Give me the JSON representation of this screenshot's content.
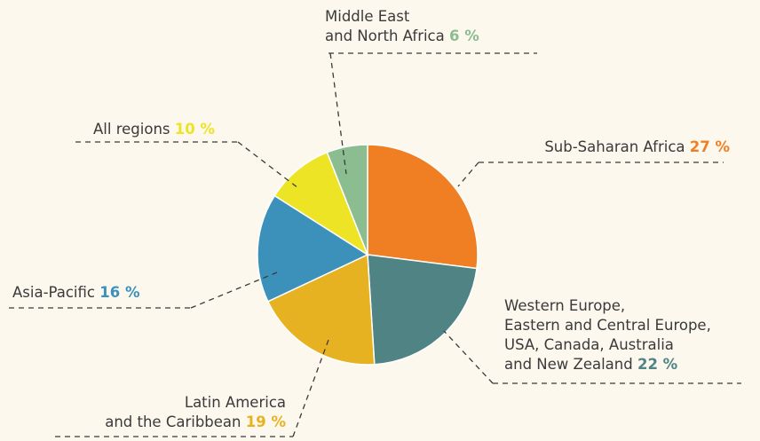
{
  "chart_data": {
    "type": "pie",
    "title": "",
    "slices": [
      {
        "name": "Sub-Saharan Africa",
        "label_lines": [
          "Sub-Saharan Africa"
        ],
        "pct_text": "27 %",
        "value": 27,
        "color": "#f07f24"
      },
      {
        "name": "Western Europe, Eastern and Central Europe, USA, Canada, Australia and New Zealand",
        "label_lines": [
          "Western Europe,",
          "Eastern and Central Europe,",
          "USA, Canada, Australia",
          "and New Zealand"
        ],
        "pct_text": "22 %",
        "value": 22,
        "color": "#4f8384"
      },
      {
        "name": "Latin America and the Caribbean",
        "label_lines": [
          "Latin America",
          "and the Caribbean"
        ],
        "pct_text": "19 %",
        "value": 19,
        "color": "#e6b221"
      },
      {
        "name": "Asia-Pacific",
        "label_lines": [
          "Asia-Pacific"
        ],
        "pct_text": "16 %",
        "value": 16,
        "color": "#3c91bb"
      },
      {
        "name": "All regions",
        "label_lines": [
          "All regions"
        ],
        "pct_text": "10 %",
        "value": 10,
        "color": "#ece424"
      },
      {
        "name": "Middle East and North Africa",
        "label_lines": [
          "Middle East",
          "and North Africa"
        ],
        "pct_text": "6 %",
        "value": 6,
        "color": "#8bbd91"
      }
    ]
  }
}
